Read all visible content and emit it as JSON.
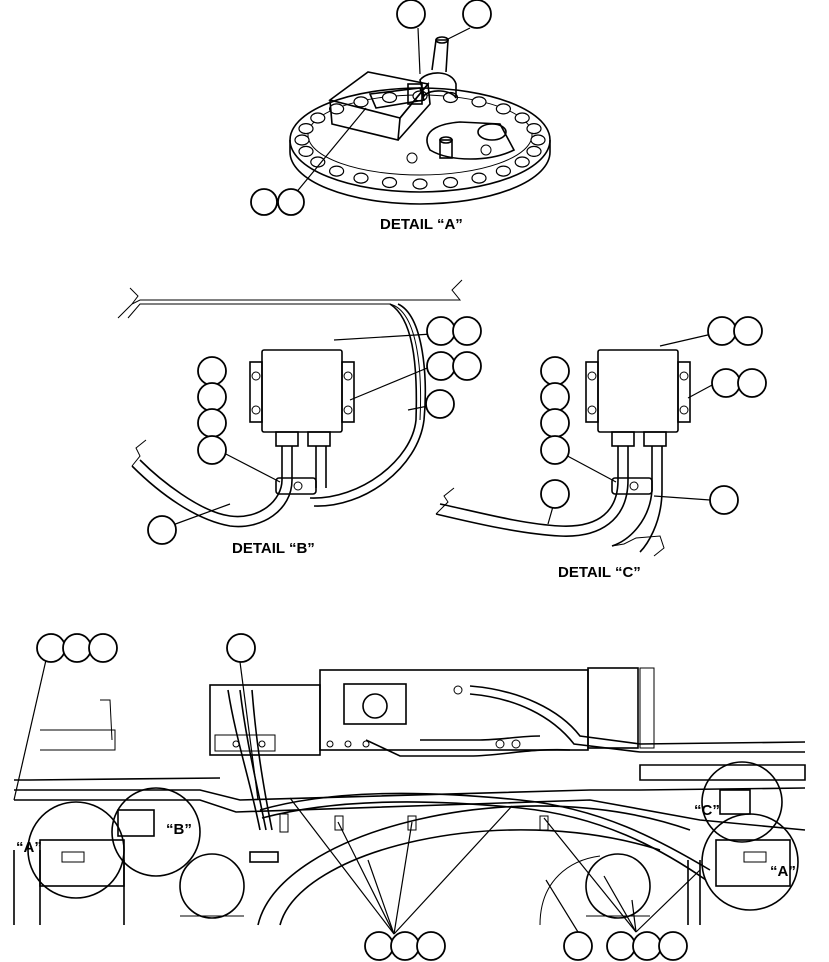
{
  "details": {
    "a": {
      "caption": "DETAIL “A”"
    },
    "b": {
      "caption": "DETAIL “B”"
    },
    "c": {
      "caption": "DETAIL “C”"
    }
  },
  "overview": {
    "marker_a_left": "“A”",
    "marker_b": "“B”",
    "marker_c": "“C”",
    "marker_a_right": "“A”"
  },
  "callouts": {
    "detail_a": [
      "",
      "",
      "",
      ""
    ],
    "detail_b": [
      "",
      "",
      "",
      "",
      "",
      "",
      "",
      "",
      "",
      ""
    ],
    "detail_c": [
      "",
      "",
      "",
      "",
      "",
      "",
      "",
      "",
      ""
    ],
    "overview": [
      "",
      "",
      "",
      "",
      "",
      "",
      "",
      "",
      "",
      "",
      "",
      "",
      ""
    ]
  },
  "colors": {
    "line": "#000000",
    "background": "#ffffff"
  }
}
